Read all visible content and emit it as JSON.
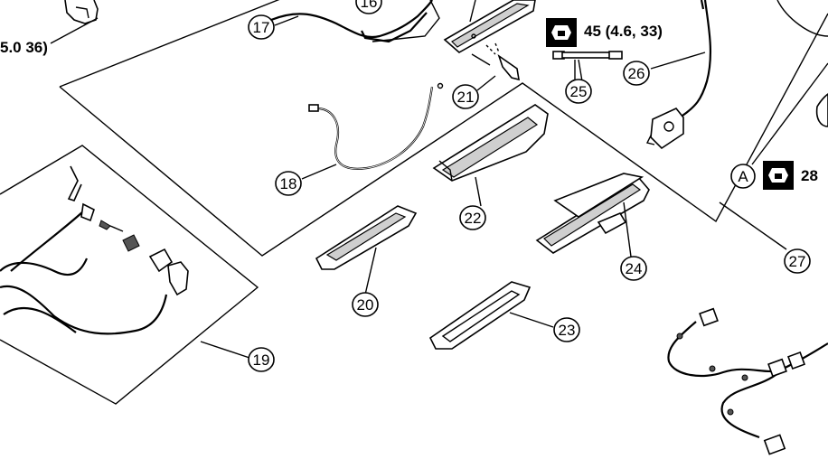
{
  "callouts": {
    "c16": "16",
    "c17": "17",
    "c18": "18",
    "c19": "19",
    "c20": "20",
    "c21": "21",
    "c22": "22",
    "c23": "23",
    "c24": "24",
    "c25": "25",
    "c26": "26",
    "c27": "27",
    "cA": "A"
  },
  "torque": {
    "left_partial": "5.0 36)",
    "spec_top": "45 (4.6, 33)",
    "spec_right_partial": "28"
  },
  "icons": {
    "torque_wrench": "torque-wrench-icon"
  }
}
